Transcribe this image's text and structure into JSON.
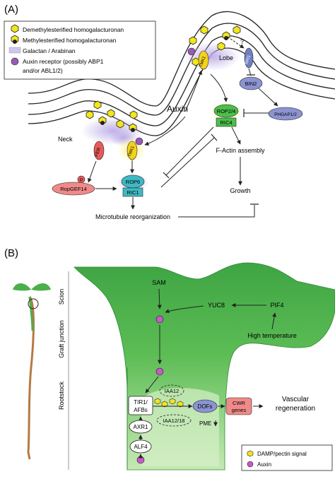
{
  "panel_a": {
    "label": "(A)",
    "legend": [
      {
        "icon": "demethylesterified-hg-icon",
        "text": "Demethylesterified homogalacturonan"
      },
      {
        "icon": "methylesterified-hg-icon",
        "text": "Methylesterified homogalacturonan"
      },
      {
        "icon": "galactan-arabinan-icon",
        "text": "Galactan / Arabinan"
      },
      {
        "icon": "auxin-receptor-icon",
        "text": "Auxin receptor (possibly ABP1"
      },
      {
        "icon": "",
        "text": "and/or ABL1/2)"
      }
    ],
    "lobe": "Lobe",
    "neck": "Neck",
    "auxin": "Auxin",
    "tmk1": "TMK1",
    "bri1": "BRI1",
    "question": "?",
    "bin2": "BIN2",
    "phgap": "PHGAP1/2",
    "rop24": "ROP2/4",
    "ric4": "RIC4",
    "factin": "F-Actin assembly",
    "growth": "Growth",
    "fer": "FER",
    "p": "P",
    "ropgef": "RopGEF14",
    "rop6": "ROP6",
    "ric1": "RIC1",
    "microtubule": "Microtubule reorganization"
  },
  "panel_b": {
    "label": "(B)",
    "scion": "Scion",
    "graft": "Graft junction",
    "rootstock": "Rootstock",
    "sam": "SAM",
    "yuc8": "YUC8",
    "pif4": "PIF4",
    "hightemp": "High temperature",
    "iaa12": "IAA12",
    "tir1_line1": "TIR1/",
    "tir1_line2": "AFBs",
    "iaa1218": "IAA12/18",
    "dofs": "DOFs",
    "cwr_line1": "CWR",
    "cwr_line2": "genes",
    "vasc_line1": "Vascular",
    "vasc_line2": "regeneration",
    "pme": "PME",
    "axr1": "AXR1",
    "alf4": "ALF4",
    "legend_damp": "DAMP/pectin signal",
    "legend_auxin": "Auxin"
  },
  "colors": {
    "green_dark": "#2f9b3a",
    "green_light": "#8fd37e",
    "purple": "#9a5ab5",
    "yellow": "#f2e61c",
    "fer_red": "#e85a5a",
    "rop_teal": "#3fb9c4",
    "rop_green": "#4bbf4b",
    "bri_blue": "#6f7fc4"
  }
}
